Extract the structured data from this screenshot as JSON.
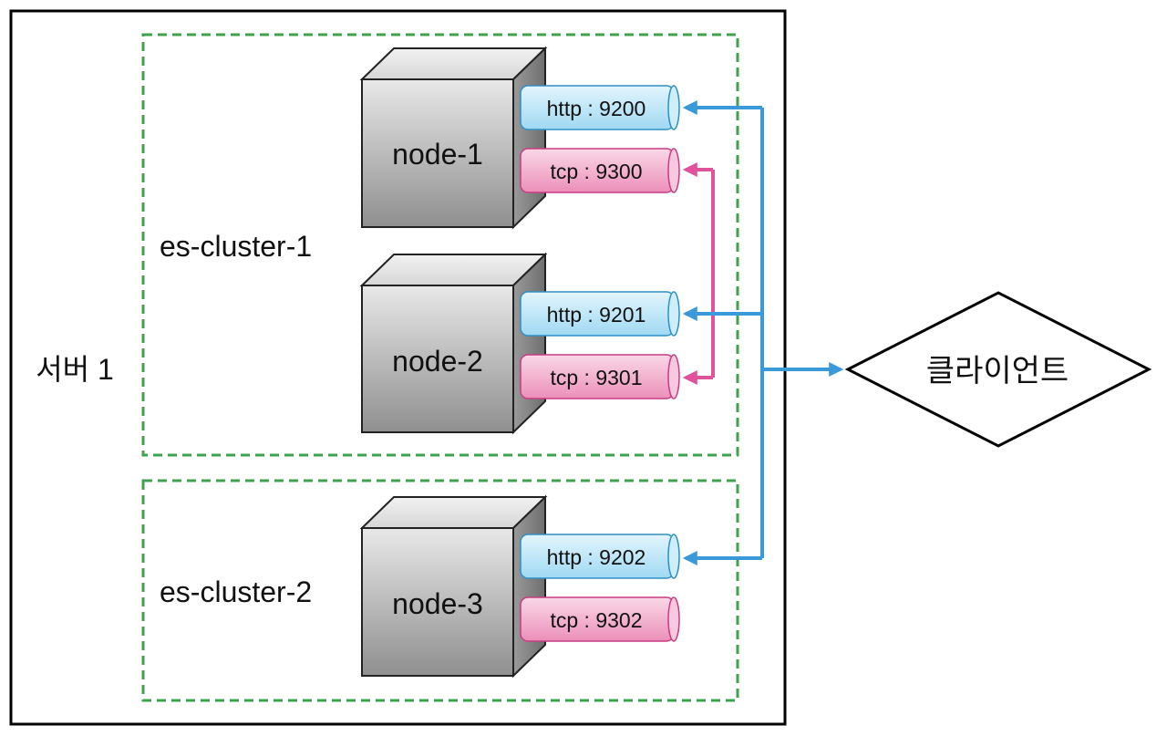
{
  "server": {
    "label": "서버 1"
  },
  "clusters": [
    {
      "label": "es-cluster-1"
    },
    {
      "label": "es-cluster-2"
    }
  ],
  "nodes": [
    {
      "label": "node-1",
      "http": "http : 9200",
      "tcp": "tcp : 9300"
    },
    {
      "label": "node-2",
      "http": "http : 9201",
      "tcp": "tcp : 9301"
    },
    {
      "label": "node-3",
      "http": "http : 9202",
      "tcp": "tcp : 9302"
    }
  ],
  "client": {
    "label": "클라이언트"
  },
  "colors": {
    "http_port": "#bfe6f7",
    "tcp_port": "#f4b7d2",
    "http_line": "#3a9ad9",
    "tcp_line": "#e0529b",
    "cluster_border": "#3fa34d"
  }
}
